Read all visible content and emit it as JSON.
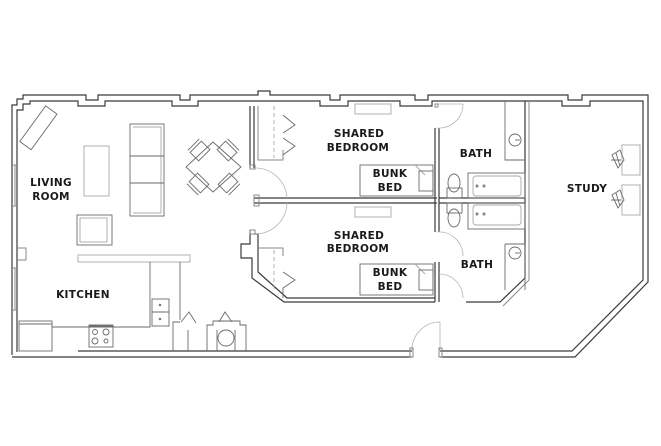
{
  "floorplan": {
    "rooms": {
      "living_room": {
        "line1": "LIVING",
        "line2": "ROOM"
      },
      "kitchen": {
        "line1": "KITCHEN"
      },
      "shared_bedroom_1": {
        "line1": "SHARED",
        "line2": "BEDROOM"
      },
      "shared_bedroom_2": {
        "line1": "SHARED",
        "line2": "BEDROOM"
      },
      "bunk_bed_1": {
        "line1": "BUNK",
        "line2": "BED"
      },
      "bunk_bed_2": {
        "line1": "BUNK",
        "line2": "BED"
      },
      "bath_1": {
        "line1": "BATH"
      },
      "bath_2": {
        "line1": "BATH"
      },
      "study": {
        "line1": "STUDY"
      }
    },
    "colors": {
      "wall": "#3a3a3a",
      "furniture": "#6a6a6a",
      "background": "#ffffff"
    }
  }
}
